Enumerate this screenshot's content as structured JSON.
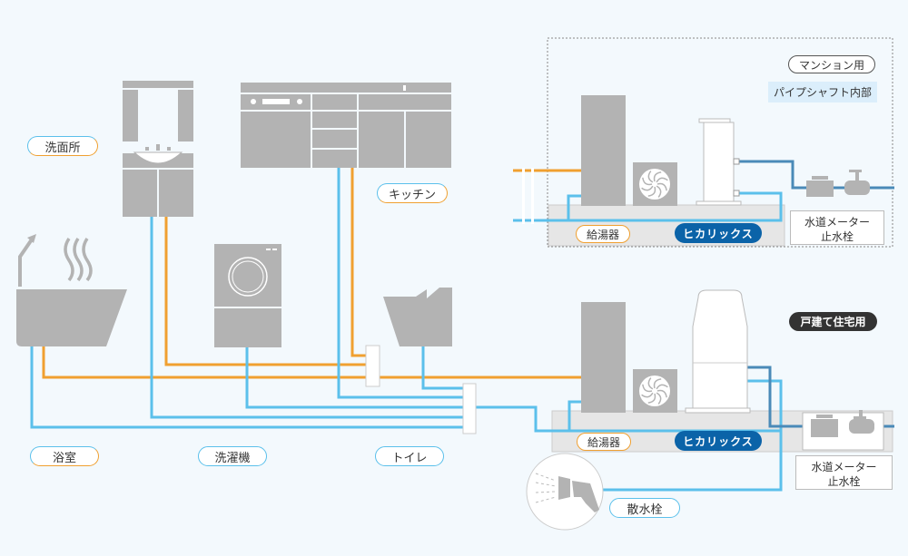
{
  "rooms": {
    "washroom": "洗面所",
    "kitchen": "キッチン",
    "bathroom": "浴室",
    "washing_machine": "洗濯機",
    "toilet": "トイレ",
    "garden_tap": "散水栓"
  },
  "mansion": {
    "badge": "マンション用",
    "shaft": "パイプシャフト内部",
    "water_heater": "給湯器",
    "product": "ヒカリックス",
    "meter_line1": "水道メーター",
    "meter_line2": "止水栓"
  },
  "house": {
    "badge": "戸建て住宅用",
    "water_heater": "給湯器",
    "product": "ヒカリックス",
    "meter_line1": "水道メーター",
    "meter_line2": "止水栓"
  },
  "colors": {
    "hot_pipe": "#f0a030",
    "cold_pipe": "#5bc0eb",
    "supply_pipe": "#4a8ab8",
    "fixture_gray": "#b3b3b3",
    "product_badge": "#0b63a8"
  }
}
